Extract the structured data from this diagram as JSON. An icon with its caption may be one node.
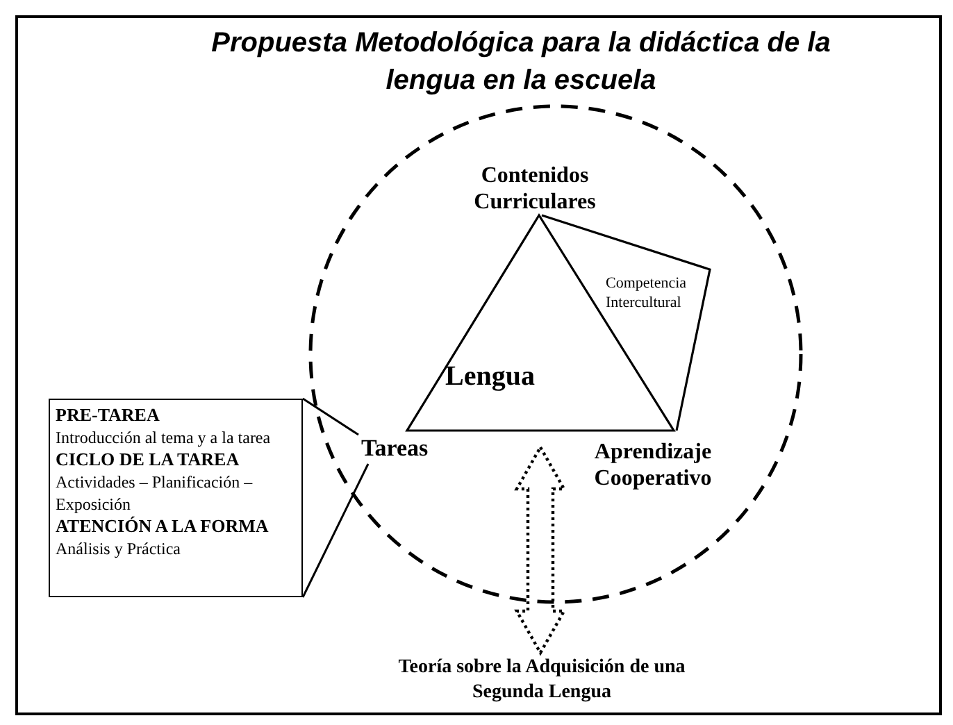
{
  "diagram": {
    "title": "Propuesta Metodológica para la didáctica de la lengua en la escuela",
    "nodes": [
      {
        "text": [],
        "shape": "circle"
      },
      {
        "text": [
          "Lengua"
        ],
        "in": 0
      },
      {
        "text": [
          "Competencia Intercultural"
        ],
        "in": 0
      },
      {
        "text": [
          "Tareas"
        ],
        "in": 0
      },
      {
        "text": [
          "PRE-TAREA",
          "Introducción al tema y a la tarea",
          "CICLO DE LA TAREA",
          "Actividades – Planificación – Exposición",
          "ATENCIÓN A LA FORMA",
          "Análisis y Práctica"
        ]
      },
      {
        "text": [
          "Teoría sobre la Adquisición de una Segunda Lengua"
        ]
      }
    ],
    "edges": [
      {
        "from": 4,
        "to": 3,
        "arrow": "none"
      },
      {
        "from": 4,
        "to": 3,
        "arrow": "none"
      },
      {
        "from": 1,
        "to": 5,
        "arrow": "both",
        "style": "dashed"
      }
    ],
    "labels": [
      "Contenidos Curriculares",
      "Aprendizaje Cooperativo"
    ]
  }
}
